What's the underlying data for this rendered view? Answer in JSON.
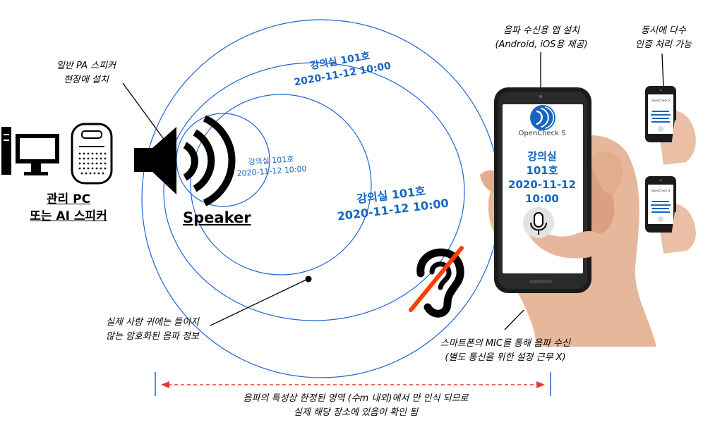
{
  "labels": {
    "pa_speaker_line1": "일반 PA 스피커",
    "pa_speaker_line2": "현장에 설치",
    "admin_line1": "관리 PC",
    "admin_line2": "또는 AI 스피커",
    "speaker": "Speaker",
    "app_line1": "음파 수신용 앱 설치",
    "app_line2": "(Android, iOS용 제공)",
    "multi_line1": "동시에 다수",
    "multi_line2": "인증 처리 가능",
    "ear_line1": "실제 사람 귀에는 들이지",
    "ear_line2": "않는 암호화된 음파 정보",
    "mic_line1": "스마트폰의 MIC를 통해 음파 수신",
    "mic_line2": "(별도 통신을 위한 설정 근무 X)",
    "range_line1": "음파의 특성상 한정된 영역 (수m 내외)에서 만 인식 되므로",
    "range_line2": "실제 해당 장소에 있음이 확인 됨"
  },
  "waves": [
    {
      "room": "강의실 101호",
      "time": "2020-11-12 10:00"
    },
    {
      "room": "강의실 101호",
      "time": "2020-11-12 10:00"
    },
    {
      "room": "강의실 101호",
      "time": "2020-11-12 10:00"
    }
  ],
  "phone": {
    "app_name": "OpenCheck S",
    "room_line1": "강의실",
    "room_line2": "101호",
    "date": "2020-11-12",
    "time": "10:00"
  },
  "small_phone": {
    "app_name": "OpenCheck S"
  },
  "colors": {
    "wave_blue": "#1565c0",
    "circle_blue": "#1e63d4",
    "arrow_red": "#e53935",
    "ear_slash": "#ff3d00"
  }
}
